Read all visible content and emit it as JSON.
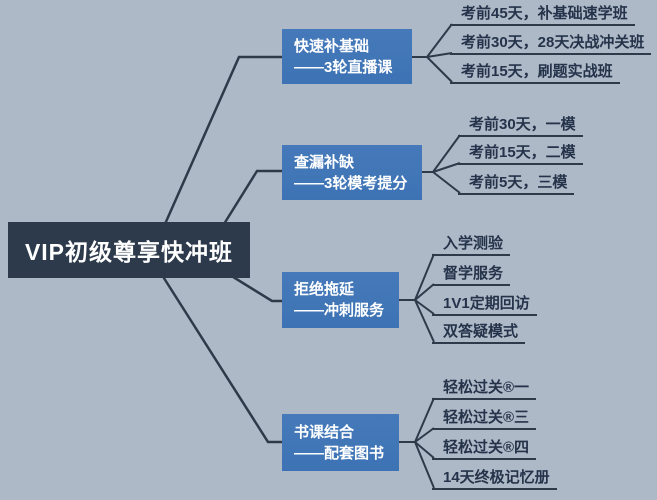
{
  "diagram_title": "VIP初级尊享快冲班",
  "colors": {
    "background": "#aeb9c8",
    "root_node_fill": "#2d3a4b",
    "branch_node_fill": "#3d73b4",
    "connector_line": "#2e3a4a",
    "leaf_text": "#25334a",
    "node_text": "#ffffff"
  },
  "root": {
    "label": "VIP初级尊享快冲班"
  },
  "branches": [
    {
      "title": "快速补基础",
      "subtitle": "——3轮直播课",
      "leaves": [
        "考前45天，补基础速学班",
        "考前30天，28天决战冲关班",
        "考前15天，刷题实战班"
      ]
    },
    {
      "title": "查漏补缺",
      "subtitle": "——3轮模考提分",
      "leaves": [
        "考前30天，一模",
        "考前15天，二模",
        "考前5天，三模"
      ]
    },
    {
      "title": "拒绝拖延",
      "subtitle": "——冲刺服务",
      "leaves": [
        "入学测验",
        "督学服务",
        "1V1定期回访",
        "双答疑模式"
      ]
    },
    {
      "title": "书课结合",
      "subtitle": "——配套图书",
      "leaves": [
        "轻松过关®一",
        "轻松过关®三",
        "轻松过关®四",
        "14天终极记忆册"
      ]
    }
  ]
}
